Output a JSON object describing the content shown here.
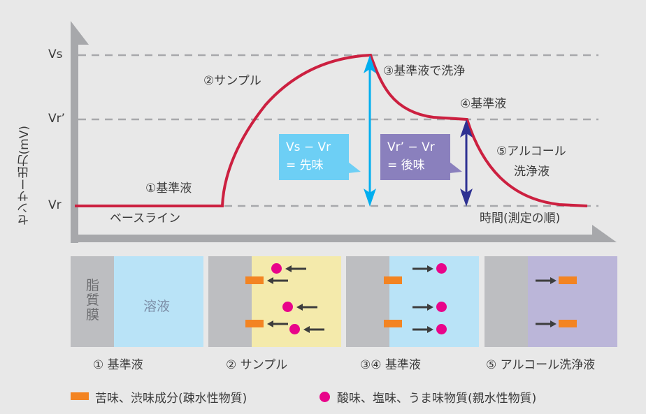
{
  "chart": {
    "y_axis_label": "センサー出力(mV)",
    "x_axis_label": "時間(測定の順)",
    "levels": {
      "vs": "Vs",
      "vr_prime": "Vr’",
      "vr": "Vr"
    },
    "annotations": {
      "baseline": "ベースライン",
      "step1": "①基準液",
      "step2": "②サンプル",
      "step3": "③基準液で洗浄",
      "step4": "④基準液",
      "step5_line1": "⑤アルコール",
      "step5_line2": "洗浄液"
    },
    "callouts": {
      "first_taste_line1": "Vs − Vr",
      "first_taste_line2": "= 先味",
      "after_taste_line1": "Vr’ − Vr",
      "after_taste_line2": "= 後味"
    }
  },
  "panels": [
    {
      "caption": "① 基準液",
      "membrane_label": "脂質膜",
      "solution_label": "溶液",
      "solution_color": "#b9e3f7"
    },
    {
      "caption": "② サンプル",
      "solution_color": "#f4eaab"
    },
    {
      "caption": "③④ 基準液",
      "solution_color": "#b9e3f7"
    },
    {
      "caption": "⑤ アルコール洗浄液",
      "solution_color": "#bbb6d9"
    }
  ],
  "legend": {
    "bitter": "苦味、渋味成分(疎水性物質)",
    "sour": "酸味、塩味、うま味物質(親水性物質)"
  },
  "colors": {
    "curve": "#cc2040",
    "first_taste": "#6dcff5",
    "first_taste_arrow": "#00aeef",
    "after_taste": "#8a80bd",
    "after_taste_arrow": "#2e3192",
    "bitter": "#f38422",
    "sour": "#e8048a",
    "axis": "#a7a8ab"
  }
}
